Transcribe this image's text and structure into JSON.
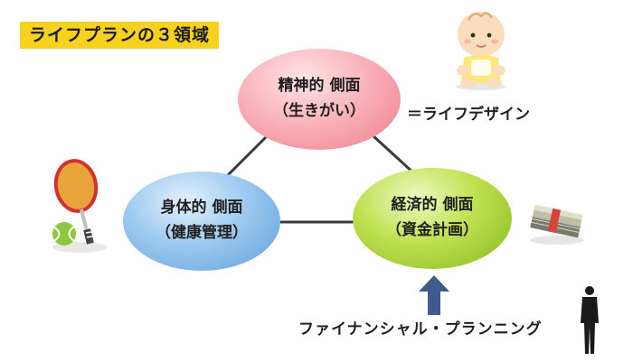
{
  "title": "ライフプランの３領域",
  "nodes": {
    "spiritual": {
      "line1": "精神的 側面",
      "line2": "（生きがい）"
    },
    "physical": {
      "line1": "身体的 側面",
      "line2": "（健康管理）"
    },
    "economic": {
      "line1": "経済的 側面",
      "line2": "（資金計画）"
    }
  },
  "labels": {
    "design": "＝ライフデザイン",
    "financial_planning": "ファイナンシャル・プランニング"
  },
  "icons": [
    "baby-icon",
    "tennis-racket-icon",
    "tennis-ball-icon",
    "money-bundle-icon",
    "person-silhouette-icon",
    "arrow-up-icon"
  ],
  "colors": {
    "title_bg": "#f7d21d",
    "spiritual": "#f29aa5",
    "physical": "#8cbfed",
    "economic": "#a8d437",
    "arrow": "#3f5a8c",
    "connector": "#3a3a3a"
  }
}
